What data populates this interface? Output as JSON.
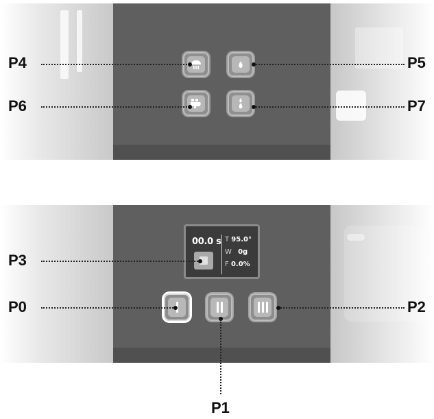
{
  "callouts": {
    "p0": "P0",
    "p1": "P1",
    "p2": "P2",
    "p3": "P3",
    "p4": "P4",
    "p5": "P5",
    "p6": "P6",
    "p7": "P7"
  },
  "top_panel": {
    "buttons": [
      {
        "id": "P4",
        "icon": "shower-head-icon"
      },
      {
        "id": "P5",
        "icon": "water-drop-icon"
      },
      {
        "id": "P6",
        "icon": "steam-icon"
      },
      {
        "id": "P7",
        "icon": "double-drop-icon"
      }
    ]
  },
  "bottom_panel": {
    "display": {
      "time": "00.0 s",
      "temp_key": "T",
      "temp_value": "95.0°",
      "weight_key": "W",
      "weight_value": "0g",
      "flow_key": "F",
      "flow_value": "0.0%"
    },
    "buttons": [
      {
        "id": "P0",
        "label": "I",
        "state": "active"
      },
      {
        "id": "P1",
        "label": "II",
        "state": "normal"
      },
      {
        "id": "P2",
        "label": "III",
        "state": "normal"
      }
    ]
  },
  "colors": {
    "panel": "#5f5f5f",
    "panel_strip": "#505050",
    "button_face": "#b7b7b7",
    "display_bg": "#3b3b3b",
    "callout_text": "#111111"
  }
}
